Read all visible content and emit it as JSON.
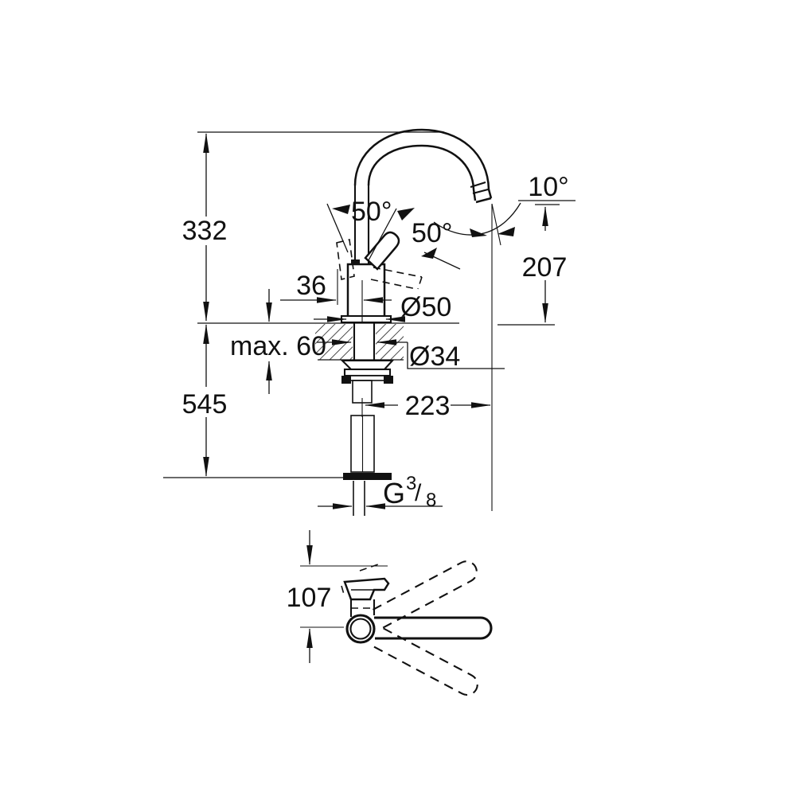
{
  "labels": {
    "dim_332": "332",
    "dim_545": "545",
    "dim_max60": "max. 60",
    "dim_36": "36",
    "dia_50": "Ø50",
    "dia_34": "Ø34",
    "dim_223": "223",
    "dim_207": "207",
    "angle_10": "10°",
    "angle_50_a": "50°",
    "angle_50_b": "50°",
    "dim_107": "107",
    "thread": {
      "prefix": "G",
      "numerator": "3",
      "slash": "/",
      "denominator": "8"
    }
  },
  "colors": {
    "ink": "#111111",
    "background": "#ffffff"
  }
}
